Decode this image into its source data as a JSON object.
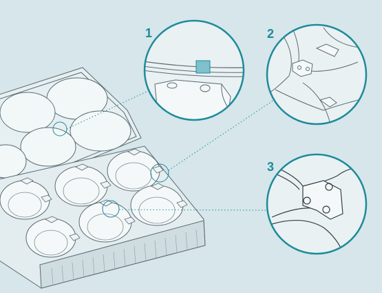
{
  "callouts": [
    {
      "number": "1"
    },
    {
      "number": "2"
    },
    {
      "number": "3"
    }
  ],
  "colors": {
    "background": "#d6e6ea",
    "accent": "#1e8a9a",
    "line": "#5a6a70",
    "plastic": "#eef4f6"
  }
}
